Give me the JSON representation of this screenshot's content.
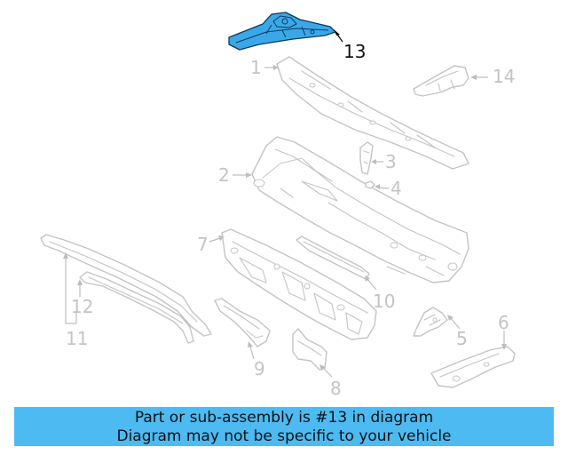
{
  "callouts": {
    "c1": "1",
    "c2": "2",
    "c3": "3",
    "c4": "4",
    "c5": "5",
    "c6": "6",
    "c7": "7",
    "c8": "8",
    "c9": "9",
    "c10": "10",
    "c11": "11",
    "c12": "12",
    "c13": "13",
    "c14": "14"
  },
  "highlighted_callout": "13",
  "colors": {
    "highlight_fill": "#3aa8e8",
    "banner": "#4dbaf2",
    "linework": "#c4c4c4"
  },
  "banner": {
    "line1": "Part or sub-assembly is #13 in diagram",
    "line2": "Diagram may not be specific to your vehicle"
  }
}
